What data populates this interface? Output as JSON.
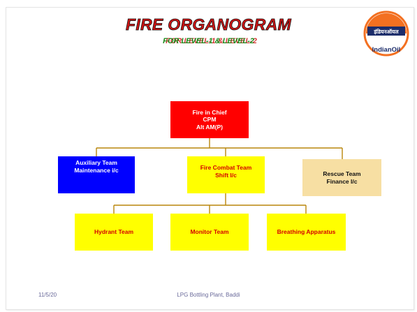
{
  "header": {
    "title": "FIRE ORGANOGRAM",
    "subtitle": "FOR LEVEL-1 & LEVEL-2"
  },
  "logo": {
    "hindi_text": "इंडियनऑयल",
    "brand": "IndianOil",
    "primary_color": "#f37021",
    "secondary_color": "#1c2d6b"
  },
  "org": {
    "chief": {
      "lines": [
        "Fire in Chief",
        "CPM",
        "Alt AM(P)"
      ]
    },
    "auxiliary": {
      "lines": [
        "Auxiliary Team",
        "Maintenance i/c"
      ]
    },
    "combat": {
      "lines": [
        "Fire Combat Team",
        "Shift I/c"
      ]
    },
    "rescue": {
      "lines": [
        "Rescue Team",
        "Finance I/c"
      ]
    },
    "hydrant": {
      "label": "Hydrant Team"
    },
    "monitor": {
      "label": "Monitor Team"
    },
    "breathing": {
      "label": "Breathing Apparatus"
    },
    "colors": {
      "chief": "#ff0000",
      "auxiliary": "#0000ff",
      "combat": "#ffff00",
      "rescue": "#f7dfa3",
      "connector": "#b8860b"
    }
  },
  "footer": {
    "date": "11/5/20",
    "center": "LPG Bottling Plant, Baddi"
  }
}
